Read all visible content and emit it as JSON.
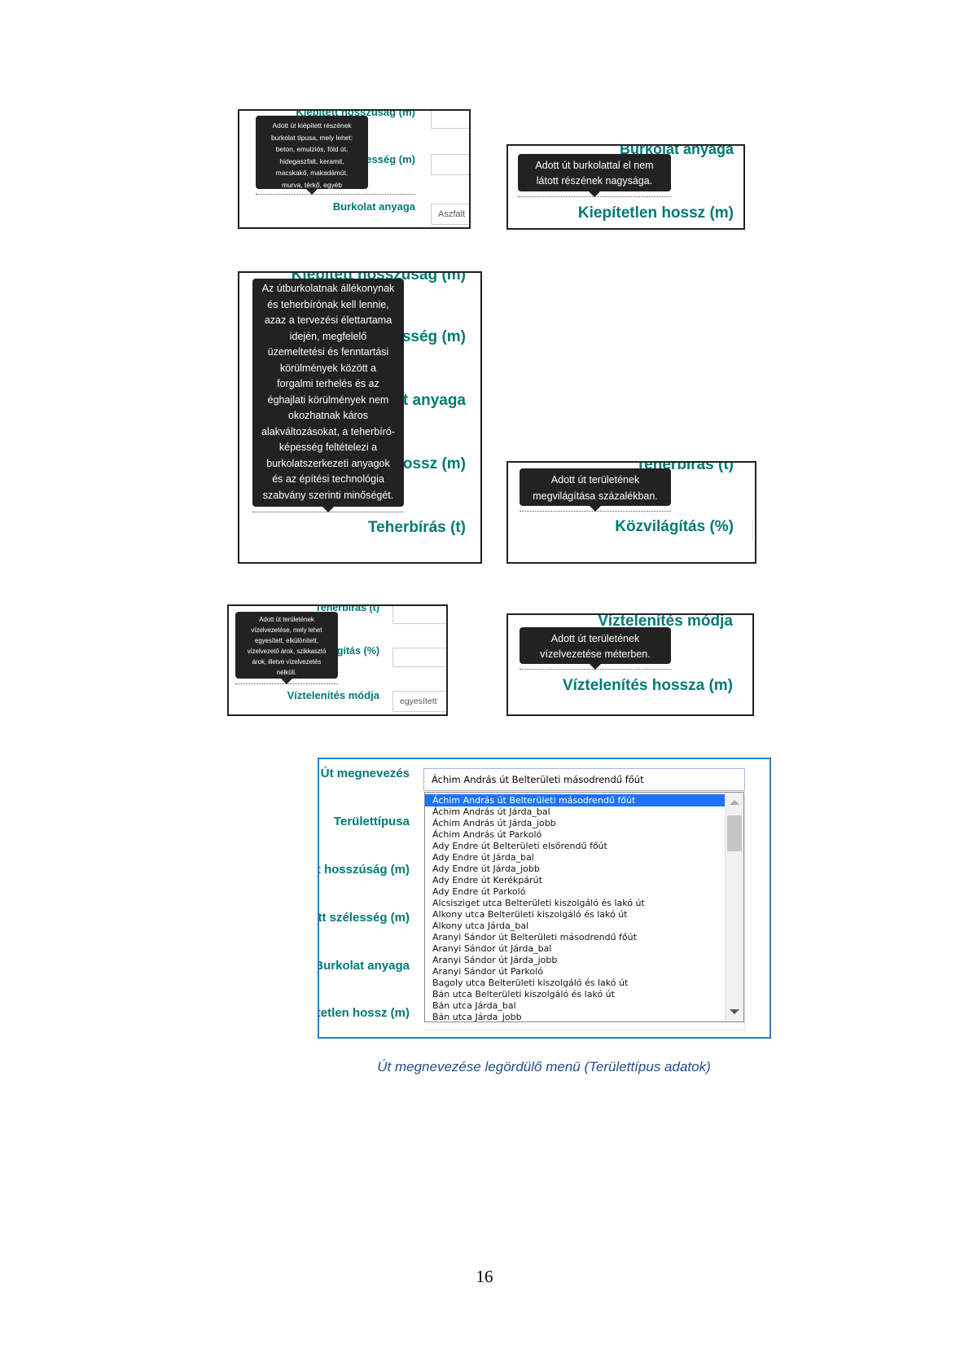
{
  "panels": {
    "p1": {
      "label_top": "Kiépített hosszúság (m)",
      "label_mid": "Kiépített szélesség (m)",
      "label_bottom": "Burkolat anyaga",
      "input_value": "Aszfalt",
      "tooltip_lines": [
        "Adott út kiépített részének",
        "burkolat típusa, mely lehet:",
        "beton, emulziós, föld út,",
        "hidegaszfalt, keramit,",
        "macskakő, makadámút,",
        "murva, térkő, egyéb"
      ]
    },
    "p2": {
      "label_top": "Burkolat anyaga",
      "label_bottom": "Kiepítetlen hossz (m)",
      "tooltip_lines": [
        "Adott út burkolattal el nem",
        "látott részének nagysága."
      ]
    },
    "p3": {
      "label_1": "Kiépített hosszúság (m)",
      "label_2": "Kiépített szélesség (m)",
      "label_3": "Burkolat anyaga",
      "label_4": "Kiépítetlen hossz (m)",
      "label_bottom": "Teherbírás (t)",
      "tooltip_lines": [
        "Az útburkolatnak állékonynak",
        "és teherbírónak kell lennie,",
        "azaz a tervezési élettartama",
        "idején, megfelelő",
        "üzemeltetési és fenntartási",
        "körülmények között a",
        "forgalmi terhelés és az",
        "éghajlati körülmények nem",
        "okozhatnak káros",
        "alakváltozásokat, a teherbíró-",
        "képesség feltételezi a",
        "burkolatszerkezeti anyagok",
        "és az építési technológia",
        "szabvány szerinti minőségét."
      ]
    },
    "p4": {
      "label_top": "Teherbírás (t)",
      "label_bottom": "Közvilágítás (%)",
      "tooltip_lines": [
        "Adott út területének",
        "megvilágítása százalékban."
      ]
    },
    "p5": {
      "label_top": "Teherbírás (t)",
      "label_mid": "Közvilágítás (%)",
      "label_bottom": "Víztelenítés módja",
      "input_value": "egyesített",
      "tooltip_lines": [
        "Adott út területének",
        "vízelvezetése, mely lehet",
        "egyesített, elkülönített,",
        "vízelvezető árok, szikkasztó",
        "árok, illetve vízelvezetés",
        "nélküli."
      ]
    },
    "p6": {
      "label_top": "Víztelenítés módja",
      "label_bottom": "Víztelenítés hossza (m)",
      "tooltip_lines": [
        "Adott út területének",
        "vízelvezetése méterben."
      ]
    },
    "p7": {
      "labels": [
        "Út megnevezés",
        "Területtípusa",
        "Kiépített hosszúság (m)",
        "Kiépített szélesség (m)",
        "Burkolat anyaga",
        "Kiépítetlen hossz (m)"
      ],
      "selected_value": "Áchim András út Belterületi másodrendű főút",
      "options": [
        "Áchim András út Belterületi másodrendű főút",
        "Áchim András út Járda_bal",
        "Áchim András út Járda_jobb",
        "Áchim András út Parkoló",
        "Ady Endre út Belterületi elsőrendű főút",
        "Ady Endre út Járda_bal",
        "Ady Endre út Járda_jobb",
        "Ady Endre út Kerékpárút",
        "Ady Endre út Parkoló",
        "Alcsisziget utca Belterületi kiszolgáló és lakó út",
        "Alkony utca Belterületi kiszolgáló és lakó út",
        "Alkony utca Járda_bal",
        "Aranyi Sándor út Belterületi másodrendű főút",
        "Aranyi Sándor út Járda_bal",
        "Aranyi Sándor út Járda_jobb",
        "Aranyi Sándor út Parkoló",
        "Bagoly utca Belterületi kiszolgáló és lakó út",
        "Bán utca Belterületi kiszolgáló és lakó út",
        "Bán utca Járda_bal",
        "Bán utca Járda_jobb"
      ]
    }
  },
  "caption": "Út megnevezése legördülő menü (Területtípus adatok)",
  "page_number": "16",
  "colors": {
    "label_teal": "#007a73",
    "tooltip_bg": "#222222",
    "frame_blue": "#2f7fbf",
    "selection_blue": "#1e73ff",
    "caption_blue": "#1f4e8c"
  }
}
